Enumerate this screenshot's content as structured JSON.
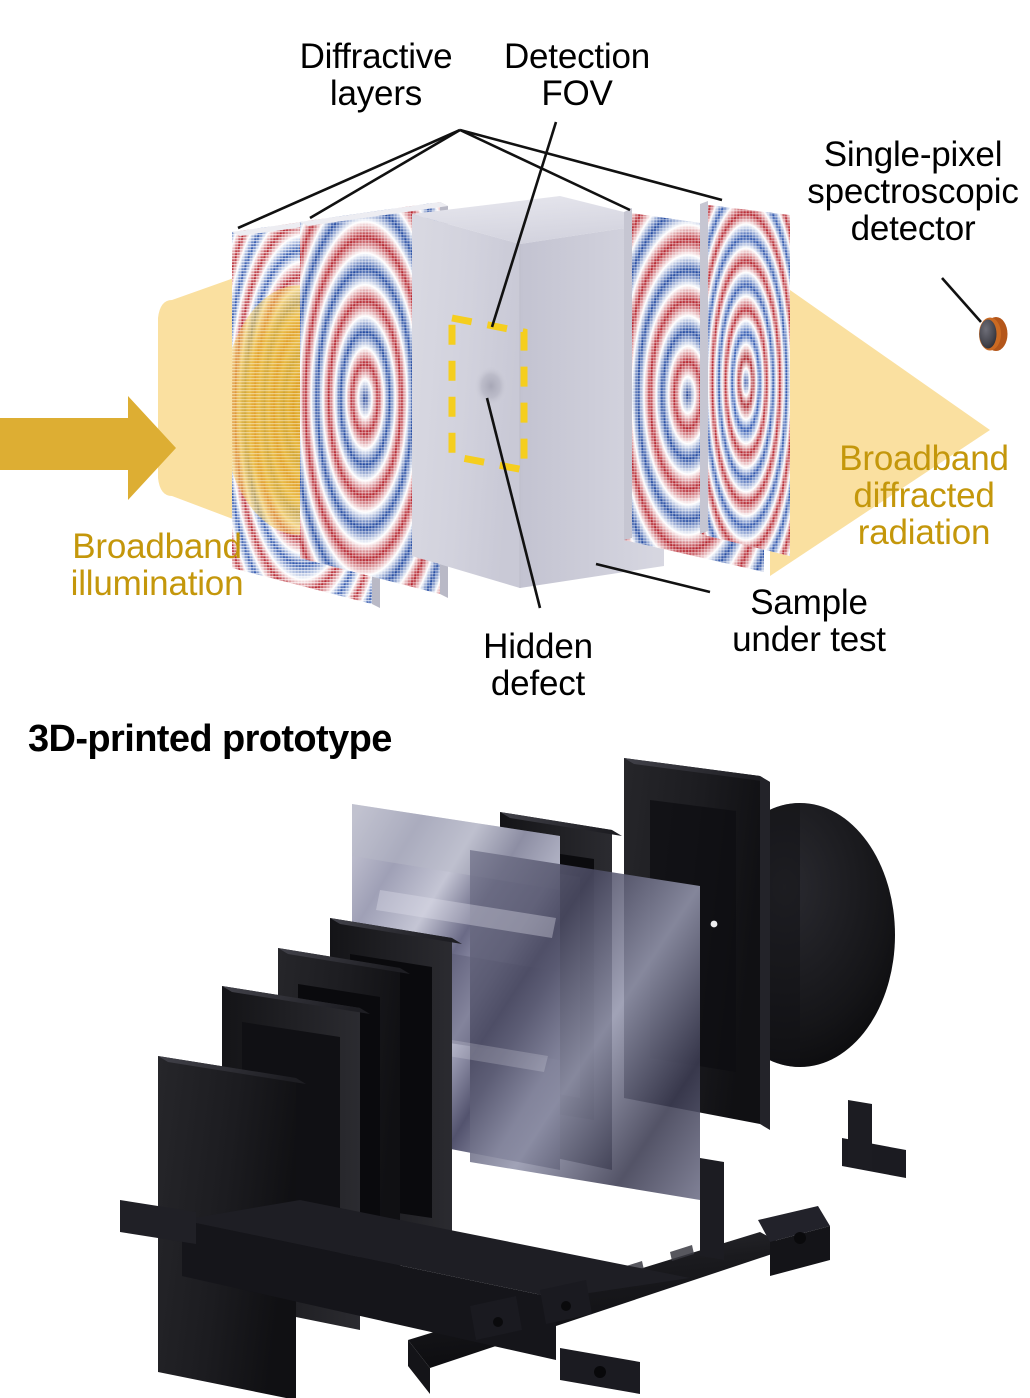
{
  "figure": {
    "panels": [
      {
        "id": "schematic",
        "name": "broadband-diffractive-imaging-schematic"
      },
      {
        "id": "prototype",
        "name": "3d-printed-prototype-photograph"
      }
    ]
  },
  "labels": {
    "diffractive_layers": "Diffractive\nlayers",
    "detection_fov": "Detection\nFOV",
    "single_pixel_detector": "Single-pixel\nspectroscopic\ndetector",
    "broadband_diffracted": "Broadband\ndiffracted\nradiation",
    "broadband_illumination": "Broadband\nillumination",
    "hidden_defect": "Hidden\ndefect",
    "sample_under_test": "Sample\nunder test",
    "prototype_title": "3D-printed prototype"
  },
  "colors": {
    "gold_text": "#C4970B",
    "beam_fill": "#FAE0A0",
    "arrow_fill": "#DDAE33",
    "fov_dash": "#F5CE1E",
    "sample_body": "#D5D5DF",
    "sample_side": "#BFBFCC",
    "detector_rim": "#B4561A",
    "detector_face": "#4A4A50",
    "leader_line": "#111111",
    "prototype_black": "#18181A",
    "prototype_foil": "#9A9AAE"
  },
  "schematic": {
    "diffractive_layer_count": 4,
    "sample_block": "Sample under test",
    "fov_box": "Detection FOV",
    "defect_marker": "Hidden defect",
    "illumination_direction": "left-to-right",
    "detector_position": "right"
  },
  "prototype": {
    "description": "Black 3D-printed opto-mechanical assembly on rail base with stacked plate holders, metallic sample sheet and circular rear mount"
  }
}
